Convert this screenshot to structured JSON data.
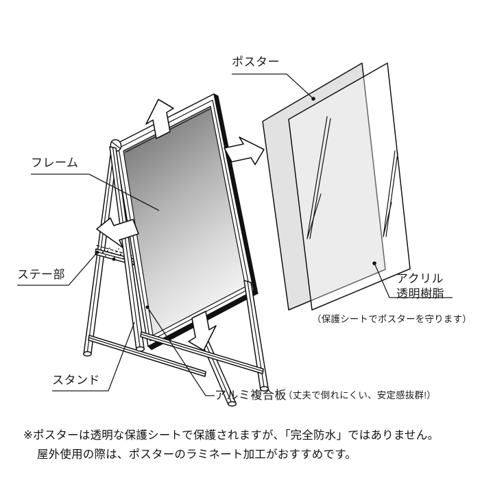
{
  "document": {
    "type": "product-parts-diagram",
    "subject": "A-frame poster stand sign",
    "background_color": "#ffffff",
    "ink_color": "#111111"
  },
  "labels": {
    "poster": "ポスター",
    "frame": "フレーム",
    "stay": "ステー部",
    "stand": "スタンド",
    "acrylic_line1": "アクリル",
    "acrylic_line2": "透明樹脂",
    "acrylic_note": "（保護シートでポスターを守ります）",
    "aluminum_main": "アルミ複合板",
    "aluminum_paren": "（丈夫で倒れにくい、安定感抜群!）"
  },
  "footnote": {
    "line1": "※ポスターは透明な保護シートで保護されますが、「完全防水」ではありません。",
    "line2": "屋外使用の際は、ポスターのラミネート加工がおすすめです。"
  },
  "colors": {
    "poster_gradient_top": "#6e6e6e",
    "poster_gradient_mid": "#b9b9b9",
    "poster_gradient_bottom": "#f2f2f2",
    "acrylic_sheet_fill": "#e2e2e2",
    "frame_fill": "#ffffff",
    "arrow_fill": "#ffffff",
    "text": "#1a1a1a"
  },
  "parts": [
    {
      "id": "poster",
      "label": "ポスター",
      "callout_side": "top-right"
    },
    {
      "id": "frame",
      "label": "フレーム",
      "callout_side": "left"
    },
    {
      "id": "stay",
      "label": "ステー部",
      "callout_side": "left"
    },
    {
      "id": "stand",
      "label": "スタンド",
      "callout_side": "bottom-left"
    },
    {
      "id": "acrylic",
      "label": "アクリル透明樹脂",
      "callout_side": "right"
    },
    {
      "id": "aluminum-composite-panel",
      "label": "アルミ複合板",
      "callout_side": "bottom"
    }
  ],
  "arrows": {
    "count": 4,
    "meaning": "frame-opens-outward",
    "directions": [
      "up",
      "right",
      "left",
      "down"
    ]
  }
}
